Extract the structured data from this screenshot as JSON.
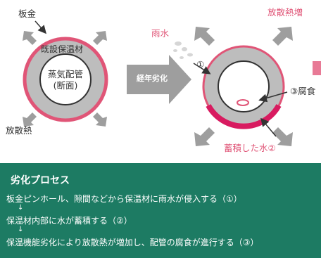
{
  "diagram": {
    "left": {
      "sheet_metal": "板金",
      "insulation": "既設保温材",
      "pipe_line1": "蒸気配管",
      "pipe_line2": "(断面)",
      "heat_release": "放散熱"
    },
    "arrow_text": "経年劣化",
    "right": {
      "rain": "雨水",
      "increase": "放散熱増",
      "marker1": "①",
      "corrosion": "③腐食",
      "accumulated": "蓄積した水②"
    }
  },
  "process": {
    "title": "劣化プロセス",
    "steps": [
      "板金ピンホール、隙間などから保温材に雨水が侵入する（①）",
      "保温材内部に水が蓄積する（②）",
      "保温機能劣化により放散熱が増加し、配管の腐食が進行する（③）"
    ],
    "step_arrow": "↓"
  },
  "colors": {
    "accent": "#e05577",
    "panel": "#1d7b63",
    "insulation": "#bdbdbd",
    "arrows": "#9e9e9e"
  }
}
